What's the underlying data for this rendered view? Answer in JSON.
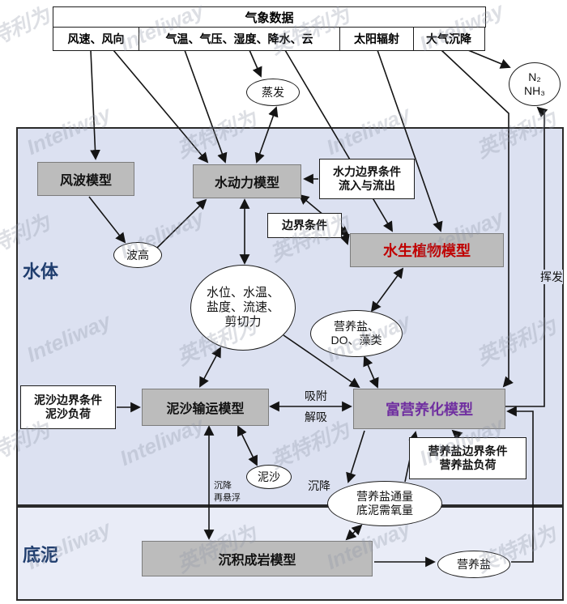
{
  "colors": {
    "water_bg": "#dce1f1",
    "sediment_bg": "#e9ecf7",
    "model_box_gray": "#bcbcbc",
    "plant_text_red": "#c00000",
    "eutro_text_purple": "#7030a0",
    "region_label_blue": "#1f3d6e"
  },
  "watermark": {
    "cjk": "英特利为",
    "latin": "Inteliway"
  },
  "met": {
    "header": "气象数据",
    "items": [
      {
        "label": "风速、风向"
      },
      {
        "label": "气温、气压、湿度、降水、云"
      },
      {
        "label": "太阳辐射"
      },
      {
        "label": "大气沉降"
      }
    ]
  },
  "regions": {
    "water": "水体",
    "sediment": "底泥"
  },
  "models": {
    "wind_wave": "风波模型",
    "hydrodynamic": "水动力模型",
    "aquatic_plant": "水生植物模型",
    "sediment_transport": "泥沙输运模型",
    "eutrophication": "富营养化模型",
    "diagenesis": "沉积成岩模型"
  },
  "boxes": {
    "hydraulic_bc": {
      "line1": "水力边界条件",
      "line2": "流入与流出"
    },
    "boundary": "边界条件",
    "sediment_bc": {
      "line1": "泥沙边界条件",
      "line2": "泥沙负荷"
    },
    "nutrient_bc": {
      "line1": "营养盐边界条件",
      "line2": "营养盐负荷"
    }
  },
  "ellipses": {
    "gas": {
      "line1": "N₂",
      "line2": "NH₃"
    },
    "evaporation": "蒸发",
    "wave_height": "波高",
    "hydro_state": "水位、水温、盐度、流速、剪切力",
    "bio_state": "营养盐、DO、藻类",
    "sediment": "泥沙",
    "benthic_flux": {
      "line1": "营养盐通量",
      "line2": "底泥需氧量"
    },
    "nutrient": "营养盐"
  },
  "flow_labels": {
    "adsorption": "吸附",
    "desorption": "解吸",
    "settling_small": "沉降",
    "resuspension": "再悬浮",
    "settling": "沉降",
    "volatilization": "挥发"
  }
}
